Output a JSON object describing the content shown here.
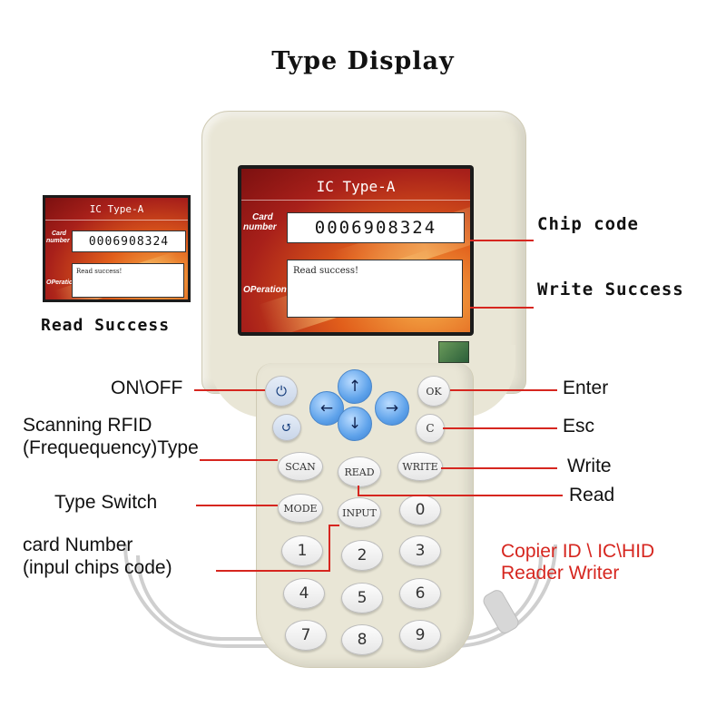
{
  "title": "Type Display",
  "screen": {
    "header": "IC Type-A",
    "card_label_line1": "Card",
    "card_label_line2": "number",
    "card_number": "0006908324",
    "operation_label": "OPeration",
    "operation_text": "Read success!"
  },
  "inset_screen": {
    "header": "IC Type-A",
    "card_label_line1": "Card",
    "card_label_line2": "number",
    "card_number": "0006908324",
    "operation_label": "OPeration",
    "operation_text": "Read success!"
  },
  "callouts": {
    "chip_code": "Chip code",
    "write_success": "Write Success",
    "read_success": "Read Success",
    "on_off": "ON\\OFF",
    "enter": "Enter",
    "esc": "Esc",
    "scanning_line1": "Scanning RFID",
    "scanning_line2": "(Frequequency)Type",
    "write": "Write",
    "read": "Read",
    "type_switch": "Type Switch",
    "card_number_line1": "card Number",
    "card_number_line2": "(inpul chips code)"
  },
  "caption": {
    "line1": "Copier ID \\ IC\\HID",
    "line2": "Reader Writer"
  },
  "keys": {
    "power": "⏻",
    "back": "↺",
    "up": "↑",
    "down": "↓",
    "left": "←",
    "right": "→",
    "ok": "OK",
    "c": "C",
    "scan": "SCAN",
    "read": "READ",
    "write": "WRITE",
    "mode": "MODE",
    "input": "INPUT",
    "zero": "0",
    "one": "1",
    "two": "2",
    "three": "3",
    "four": "4",
    "five": "5",
    "six": "6",
    "seven": "7",
    "eight": "8",
    "nine": "9"
  },
  "colors": {
    "callout_line": "#d6261f",
    "device_body": "#e9e6d6",
    "nav_keys": "#5ea2ea",
    "screen_background": "#c0391b"
  }
}
